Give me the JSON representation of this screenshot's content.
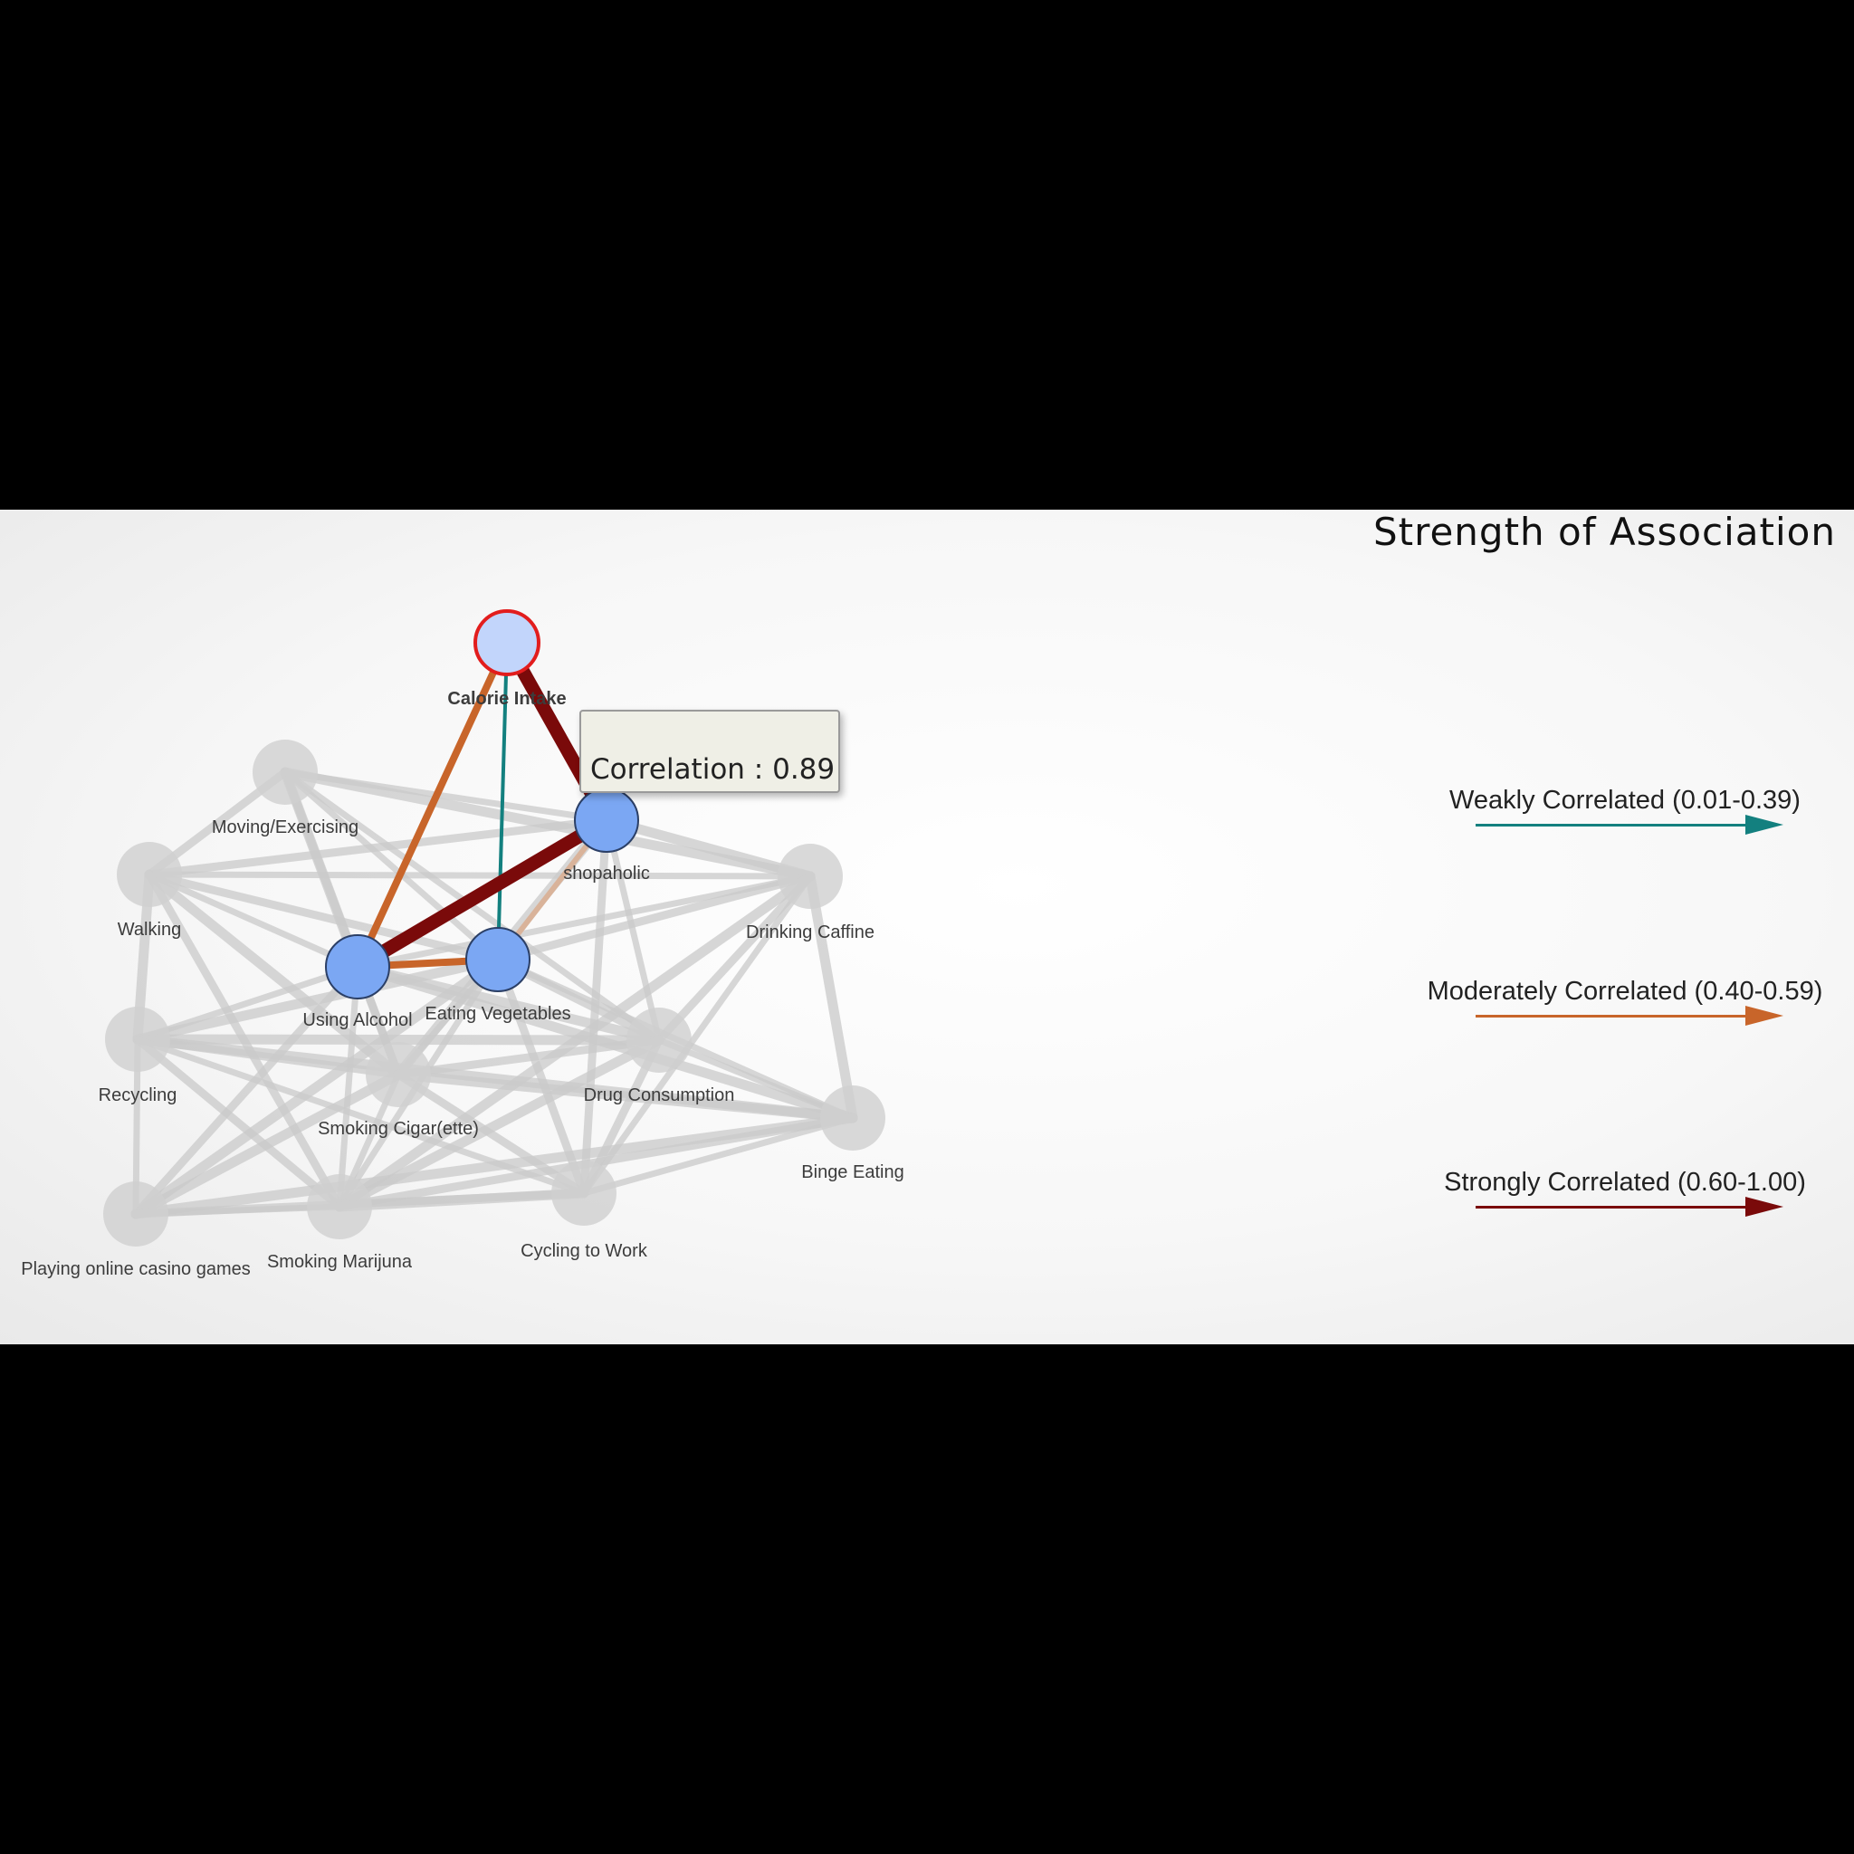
{
  "title": "Strength of Association",
  "tooltip": {
    "text": "Correlation : 0.89"
  },
  "colors": {
    "weak": "#13807f",
    "moderate": "#c8652a",
    "strong": "#7a0a0a",
    "node_active": "#7ba7f3",
    "node_selected_fill": "#c2d5fb",
    "node_selected_stroke": "#e21d1d",
    "node_faded": "#cfcfcf",
    "edge_faded": "#c9c9c9"
  },
  "legend": [
    {
      "label": "Weakly Correlated (0.01-0.39)",
      "strength": "weak"
    },
    {
      "label": "Moderately Correlated (0.40-0.59)",
      "strength": "moderate"
    },
    {
      "label": "Strongly Correlated (0.60-1.00)",
      "strength": "strong"
    }
  ],
  "nodes": [
    {
      "id": "calorie",
      "label": "Calorie Intake",
      "state": "selected"
    },
    {
      "id": "shop",
      "label": "shopaholic",
      "state": "active"
    },
    {
      "id": "alcohol",
      "label": "Using Alcohol",
      "state": "active"
    },
    {
      "id": "veg",
      "label": "Eating Vegetables",
      "state": "active"
    },
    {
      "id": "moving",
      "label": "Moving/Exercising",
      "state": "faded"
    },
    {
      "id": "walking",
      "label": "Walking",
      "state": "faded"
    },
    {
      "id": "caffeine",
      "label": "Drinking Caffine",
      "state": "faded"
    },
    {
      "id": "recycling",
      "label": "Recycling",
      "state": "faded"
    },
    {
      "id": "cigar",
      "label": "Smoking Cigar(ette)",
      "state": "faded"
    },
    {
      "id": "drug",
      "label": "Drug Consumption",
      "state": "faded"
    },
    {
      "id": "binge",
      "label": "Binge Eating",
      "state": "faded"
    },
    {
      "id": "casino",
      "label": "Playing online casino games",
      "state": "faded"
    },
    {
      "id": "marijuana",
      "label": "Smoking Marijuna",
      "state": "faded"
    },
    {
      "id": "cycling",
      "label": "Cycling to Work",
      "state": "faded"
    }
  ],
  "highlighted_edges": [
    {
      "source": "calorie",
      "target": "shop",
      "strength": "strong"
    },
    {
      "source": "calorie",
      "target": "alcohol",
      "strength": "moderate"
    },
    {
      "source": "calorie",
      "target": "veg",
      "strength": "weak"
    },
    {
      "source": "alcohol",
      "target": "shop",
      "strength": "strong"
    },
    {
      "source": "alcohol",
      "target": "veg",
      "strength": "moderate"
    },
    {
      "source": "veg",
      "target": "shop",
      "strength": "faint-moderate"
    }
  ],
  "faded_edges": [
    [
      "moving",
      "shop"
    ],
    [
      "moving",
      "walking"
    ],
    [
      "moving",
      "alcohol"
    ],
    [
      "moving",
      "veg"
    ],
    [
      "moving",
      "cigar"
    ],
    [
      "moving",
      "caffeine"
    ],
    [
      "moving",
      "drug"
    ],
    [
      "walking",
      "shop"
    ],
    [
      "walking",
      "recycling"
    ],
    [
      "walking",
      "alcohol"
    ],
    [
      "walking",
      "veg"
    ],
    [
      "walking",
      "cigar"
    ],
    [
      "walking",
      "caffeine"
    ],
    [
      "walking",
      "marijuana"
    ],
    [
      "shop",
      "caffeine"
    ],
    [
      "shop",
      "drug"
    ],
    [
      "shop",
      "cycling"
    ],
    [
      "shop",
      "cigar"
    ],
    [
      "caffeine",
      "alcohol"
    ],
    [
      "caffeine",
      "veg"
    ],
    [
      "caffeine",
      "binge"
    ],
    [
      "caffeine",
      "cycling"
    ],
    [
      "caffeine",
      "drug"
    ],
    [
      "caffeine",
      "marijuana"
    ],
    [
      "alcohol",
      "recycling"
    ],
    [
      "alcohol",
      "cigar"
    ],
    [
      "alcohol",
      "drug"
    ],
    [
      "alcohol",
      "marijuana"
    ],
    [
      "alcohol",
      "casino"
    ],
    [
      "alcohol",
      "binge"
    ],
    [
      "veg",
      "cigar"
    ],
    [
      "veg",
      "drug"
    ],
    [
      "veg",
      "recycling"
    ],
    [
      "veg",
      "marijuana"
    ],
    [
      "veg",
      "cycling"
    ],
    [
      "veg",
      "casino"
    ],
    [
      "veg",
      "binge"
    ],
    [
      "recycling",
      "cigar"
    ],
    [
      "recycling",
      "drug"
    ],
    [
      "recycling",
      "casino"
    ],
    [
      "recycling",
      "marijuana"
    ],
    [
      "recycling",
      "binge"
    ],
    [
      "recycling",
      "cycling"
    ],
    [
      "cigar",
      "drug"
    ],
    [
      "cigar",
      "casino"
    ],
    [
      "cigar",
      "marijuana"
    ],
    [
      "cigar",
      "cycling"
    ],
    [
      "cigar",
      "binge"
    ],
    [
      "drug",
      "binge"
    ],
    [
      "drug",
      "cycling"
    ],
    [
      "drug",
      "marijuana"
    ],
    [
      "binge",
      "cycling"
    ],
    [
      "binge",
      "marijuana"
    ],
    [
      "binge",
      "casino"
    ],
    [
      "casino",
      "marijuana"
    ],
    [
      "casino",
      "cycling"
    ],
    [
      "marijuana",
      "cycling"
    ]
  ]
}
